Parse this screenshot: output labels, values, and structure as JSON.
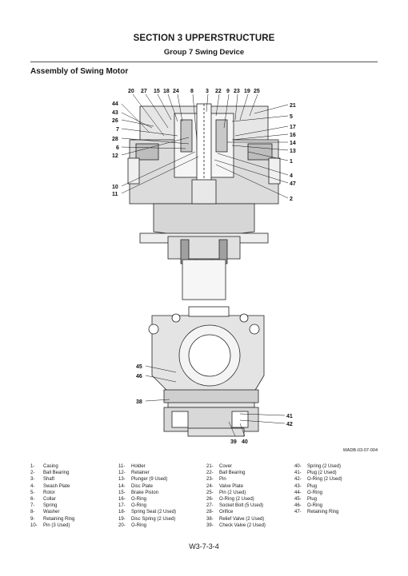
{
  "header": {
    "section_title": "SECTION 3 UPPERSTRUCTURE",
    "group_title": "Group 7 Swing Device"
  },
  "assembly_title": "Assembly of Swing Motor",
  "figure": {
    "top_callouts_labels": [
      "20",
      "27",
      "15",
      "18",
      "24",
      "8",
      "3",
      "22",
      "9",
      "23",
      "19",
      "25"
    ],
    "left_callouts_labels": [
      "44",
      "43",
      "26",
      "7",
      "28",
      "6",
      "12",
      "10",
      "11"
    ],
    "right_callouts_labels": [
      "21",
      "5",
      "17",
      "16",
      "14",
      "13",
      "1",
      "4",
      "47",
      "2"
    ],
    "lower_left_callouts_labels": [
      "45",
      "46",
      "38"
    ],
    "lower_right_callouts_labels": [
      "41",
      "42"
    ],
    "bottom_callouts_labels": [
      "39",
      "40"
    ],
    "code": "WADB-03-07-004"
  },
  "parts_list": {
    "col1": [
      {
        "num": "1-",
        "name": "Casing"
      },
      {
        "num": "2-",
        "name": "Ball Bearing"
      },
      {
        "num": "3-",
        "name": "Shaft"
      },
      {
        "num": "4-",
        "name": "Swash Plate"
      },
      {
        "num": "5-",
        "name": "Rotor"
      },
      {
        "num": "6-",
        "name": "Collar"
      },
      {
        "num": "7-",
        "name": "Spring"
      },
      {
        "num": "8-",
        "name": "Washer"
      },
      {
        "num": "9-",
        "name": "Retaining Ring"
      },
      {
        "num": "10-",
        "name": "Pin (3 Used)"
      }
    ],
    "col2": [
      {
        "num": "11-",
        "name": "Holder"
      },
      {
        "num": "12-",
        "name": "Retainer"
      },
      {
        "num": "13-",
        "name": "Plunger (9 Used)"
      },
      {
        "num": "14-",
        "name": "Disc Plate"
      },
      {
        "num": "15-",
        "name": "Brake Piston"
      },
      {
        "num": "16-",
        "name": "O-Ring"
      },
      {
        "num": "17-",
        "name": "O-Ring"
      },
      {
        "num": "18-",
        "name": "Spring Seat (2 Used)"
      },
      {
        "num": "19-",
        "name": "Disc Spring (2 Used)"
      },
      {
        "num": "20-",
        "name": "O-Ring"
      }
    ],
    "col3": [
      {
        "num": "21-",
        "name": "Cover"
      },
      {
        "num": "22-",
        "name": "Ball Bearing"
      },
      {
        "num": "23-",
        "name": "Pin"
      },
      {
        "num": "24-",
        "name": "Valve Plate"
      },
      {
        "num": "25-",
        "name": "Pin (2 Used)"
      },
      {
        "num": "26-",
        "name": "O-Ring (2 Used)"
      },
      {
        "num": "27-",
        "name": "Socket Bolt (5 Used)"
      },
      {
        "num": "28-",
        "name": "Orifice"
      },
      {
        "num": "38-",
        "name": "Relief Valve (2 Used)"
      },
      {
        "num": "39-",
        "name": "Check Valve (2 Used)"
      }
    ],
    "col4": [
      {
        "num": "40-",
        "name": "Spring (2 Used)"
      },
      {
        "num": "41-",
        "name": "Plug (2 Used)"
      },
      {
        "num": "42-",
        "name": "O-Ring (2 Used)"
      },
      {
        "num": "43-",
        "name": "Plug"
      },
      {
        "num": "44-",
        "name": "O-Ring"
      },
      {
        "num": "45-",
        "name": "Plug"
      },
      {
        "num": "46-",
        "name": "O-Ring"
      },
      {
        "num": "47-",
        "name": "Retaining Ring"
      }
    ]
  },
  "footer": {
    "page_number": "W3-7-3-4"
  }
}
